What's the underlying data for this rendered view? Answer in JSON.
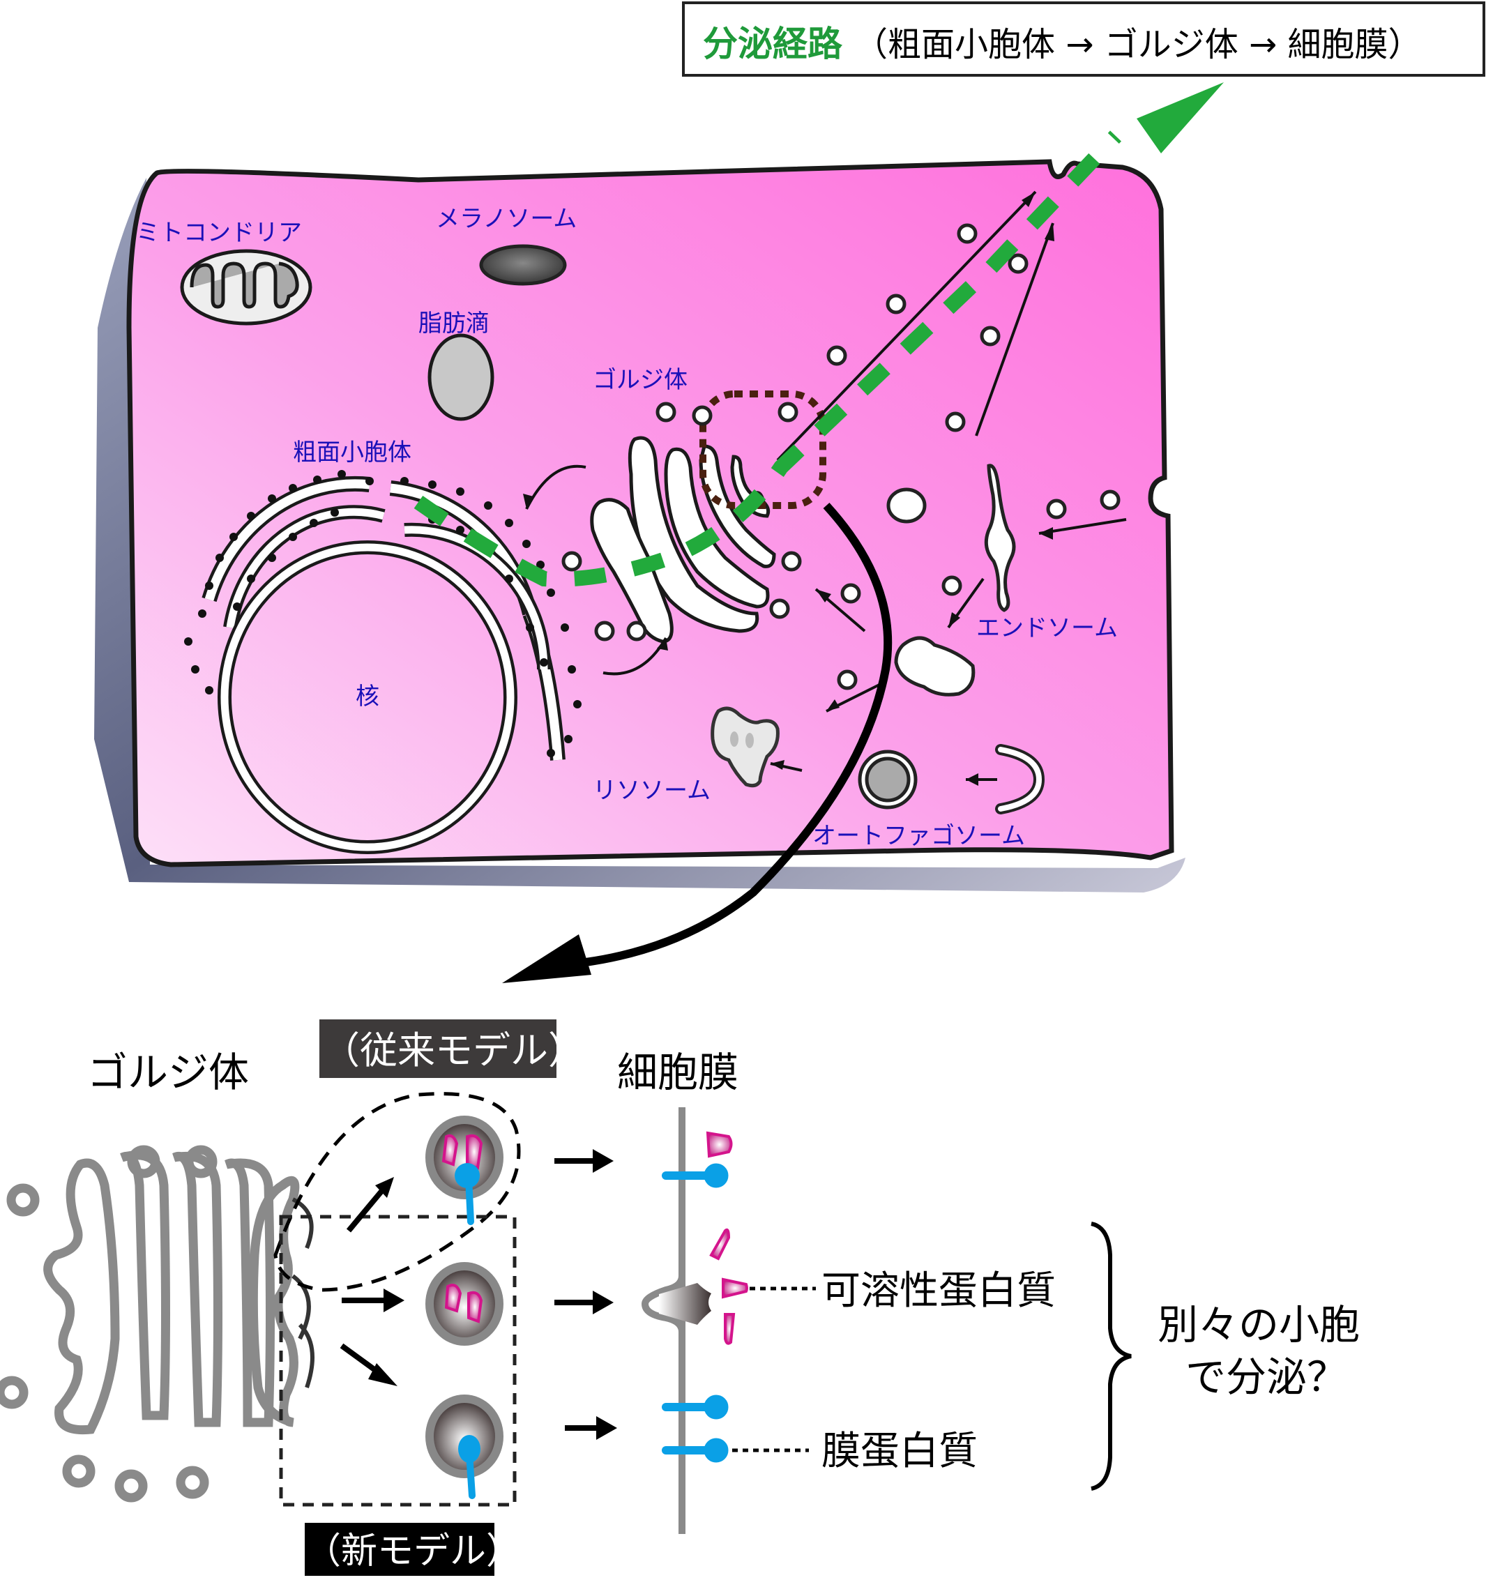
{
  "pathway_box": {
    "title": "分泌経路",
    "route": "（粗面小胞体 → ゴルジ体 → 細胞膜）",
    "title_color": "#1f9a3a"
  },
  "cell_labels": {
    "mitochondria": "ミトコンドリア",
    "melanosome": "メラノソーム",
    "lipid_droplet": "脂肪滴",
    "rough_er": "粗面小胞体",
    "golgi": "ゴルジ体",
    "nucleus": "核",
    "endosome": "エンドソーム",
    "lysosome": "リソソーム",
    "autophagosome": "オートファゴソーム"
  },
  "lower": {
    "golgi_title": "ゴルジ体",
    "membrane_title": "細胞膜",
    "conventional_model": "（従来モデル）",
    "new_model": "（新モデル）",
    "soluble_protein": "可溶性蛋白質",
    "membrane_protein": "膜蛋白質",
    "question_line1": "別々の小胞",
    "question_line2": "で分泌？"
  },
  "colors": {
    "cell_pink": "#ff7ddf",
    "secretory_green": "#22aa3c",
    "label_blue": "#1a10b8",
    "membrane_protein_blue": "#0aa0e6",
    "soluble_protein_magenta": "#d4148c",
    "golgi_gray": "#8a8a8a"
  }
}
